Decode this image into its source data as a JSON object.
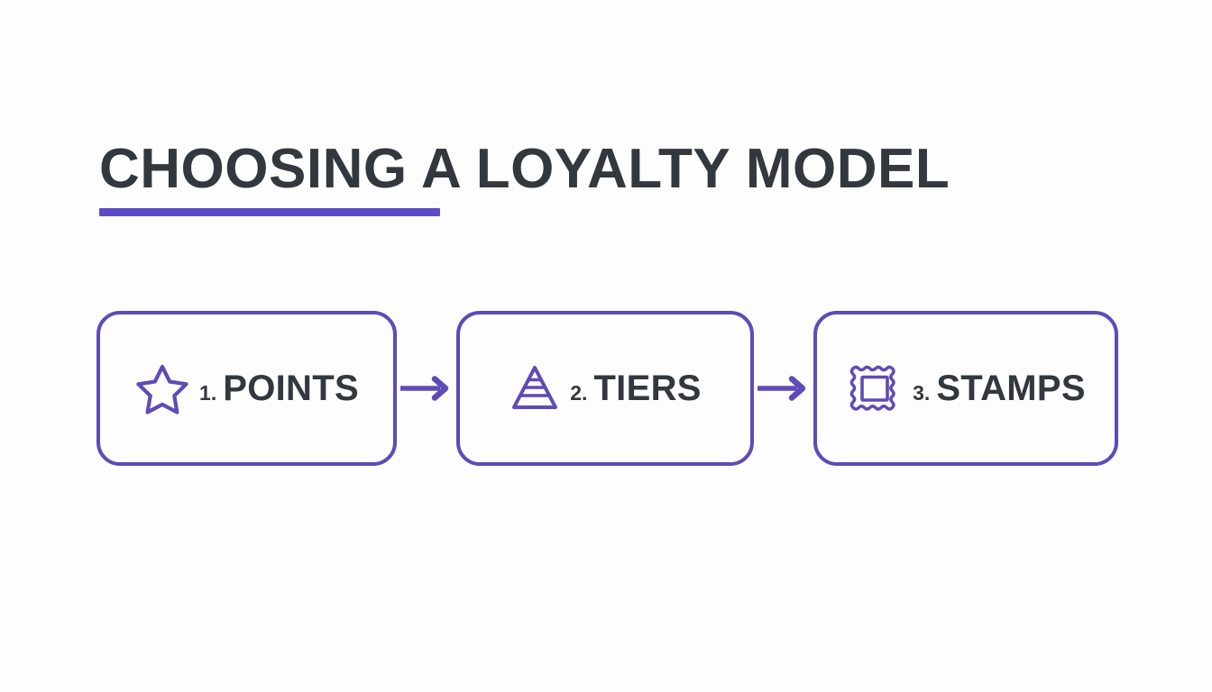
{
  "slide": {
    "background_color": "#fdfdfd",
    "accent_color": "#5f4bb6",
    "underline_color": "#5c4bc4",
    "text_color": "#33383f",
    "title": "CHOOSING A LOYALTY MODEL"
  },
  "flow": {
    "steps": [
      {
        "index": "1.",
        "title": "POINTS",
        "icon": "star-icon"
      },
      {
        "index": "2.",
        "title": "TIERS",
        "icon": "pyramid-tiers-icon"
      },
      {
        "index": "3.",
        "title": "STAMPS",
        "icon": "postage-stamp-icon"
      }
    ],
    "connectors": [
      {
        "icon": "arrow-right-icon"
      },
      {
        "icon": "arrow-right-icon"
      }
    ]
  }
}
